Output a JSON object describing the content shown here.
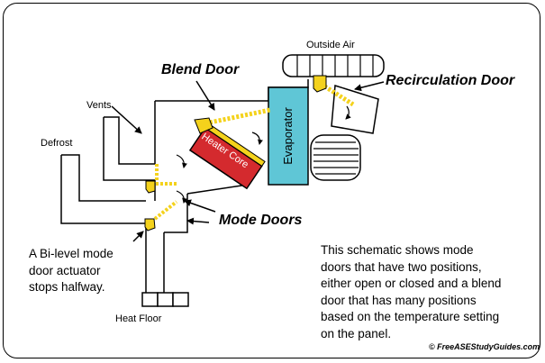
{
  "labels": {
    "outside_air": "Outside Air",
    "blend_door": "Blend Door",
    "recirculation_door": "Recirculation Door",
    "vents": "Vents",
    "defrost": "Defrost",
    "heater_core": "Heater Core",
    "evaporator": "Evaporator",
    "mode_doors": "Mode Doors",
    "bi_level_note": [
      "A Bi-level mode",
      "door actuator",
      "stops halfway."
    ],
    "heat_floor": "Heat Floor",
    "schematic_note": [
      "This schematic shows mode",
      "doors that have two positions,",
      "either open or closed and a blend",
      "door that has many positions",
      "based on the temperature setting",
      "on the panel."
    ],
    "credit": "© FreeASEStudyGuides.com"
  },
  "colors": {
    "heater_core": "#d42a2e",
    "evaporator": "#5fc6d6",
    "door_actuator": "#f4d21c",
    "outline": "#000000"
  },
  "icons": [
    "blower-fan-icon",
    "door-actuator-icon",
    "pointer-arrow-icon",
    "airflow-arrow-icon"
  ]
}
